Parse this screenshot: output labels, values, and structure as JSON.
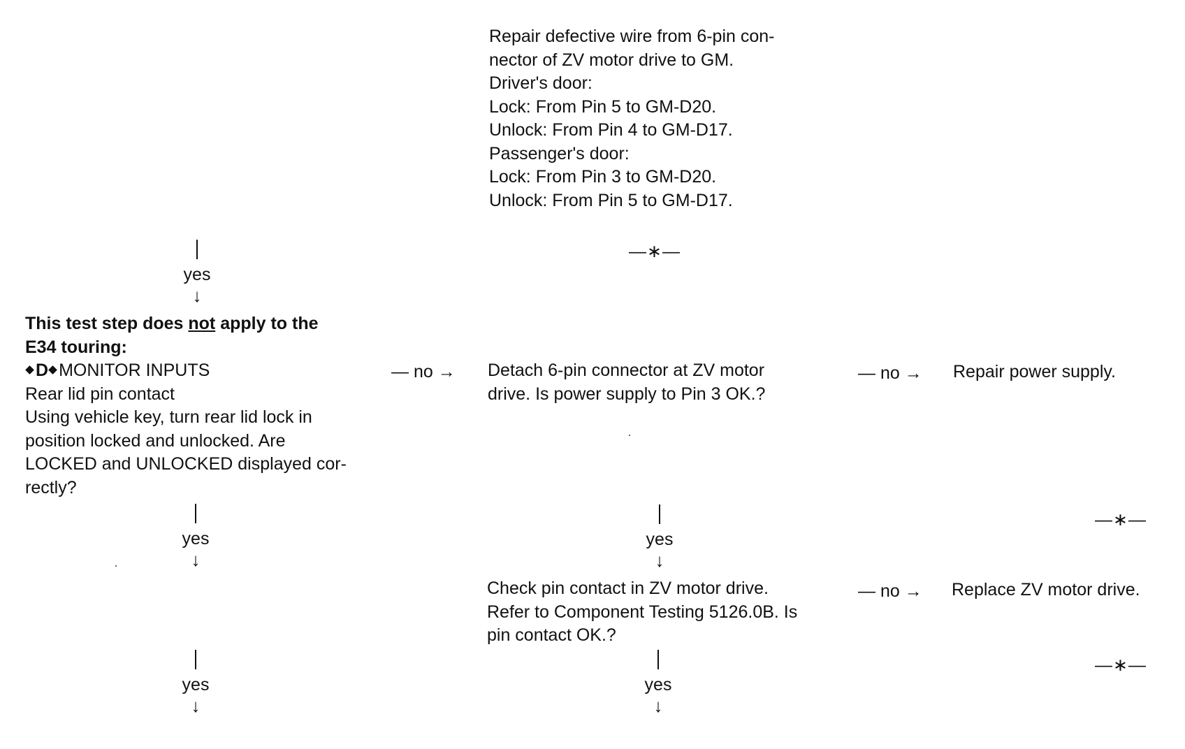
{
  "repair_wire": {
    "lines": [
      "Repair defective wire from 6-pin con-",
      "nector of ZV motor drive to GM.",
      "Driver's door:",
      "Lock: From Pin 5 to GM-D20.",
      "Unlock: From Pin 4 to GM-D17.",
      "Passenger's door:",
      "Lock: From Pin 3 to GM-D20.",
      "Unlock: From Pin 5 to GM-D17."
    ]
  },
  "end_marker": "—∗—",
  "yes_label": "yes",
  "no_label": "— no →",
  "down_arrow": "↓",
  "touring_step": {
    "heading_before": "This test step does ",
    "heading_underlined": "not",
    "heading_after": " apply to the",
    "heading_line2": "E34 touring:",
    "monitor_letter": "D",
    "monitor_text": "MONITOR INPUTS",
    "lines": [
      "Rear lid pin contact",
      "Using vehicle key, turn rear lid lock in",
      "position locked and unlocked. Are",
      "LOCKED and UNLOCKED displayed cor-",
      "rectly?"
    ]
  },
  "detach_connector": {
    "lines": [
      "Detach 6-pin connector at ZV motor",
      "drive. Is power supply to Pin 3 OK.?"
    ]
  },
  "repair_power": "Repair power supply.",
  "check_pin": {
    "lines": [
      "Check pin contact in ZV motor drive.",
      "Refer to Component Testing 5126.0B. Is",
      "pin contact OK.?"
    ]
  },
  "replace_motor": "Replace ZV motor drive."
}
